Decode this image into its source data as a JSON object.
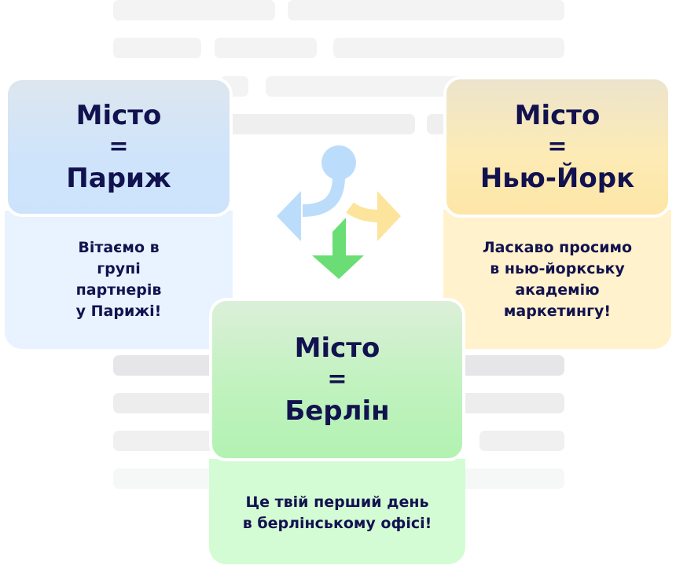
{
  "cards": [
    {
      "id": "paris",
      "label": "Місто",
      "equals": "=",
      "city": "Париж",
      "message_lines": [
        "Вітаємо в",
        "групі",
        "партнерів",
        "у Парижі!"
      ]
    },
    {
      "id": "new-york",
      "label": "Місто",
      "equals": "=",
      "city": "Нью-Йорк",
      "message_lines": [
        "Ласкаво просимо",
        "в нью-йоркську",
        "академію",
        "маркетингу!"
      ]
    },
    {
      "id": "berlin",
      "label": "Місто",
      "equals": "=",
      "city": "Берлін",
      "message_lines": [
        "Це твій перший день",
        "в берлінському офісі!"
      ]
    }
  ],
  "colors": {
    "text": "#12124f",
    "paris": "#cfe5fc",
    "new_york": "#fde9b0",
    "berlin": "#b6f2b6",
    "arrow_blue": "#bcdcfc",
    "arrow_yellow": "#fde49c",
    "arrow_green": "#6ade74"
  },
  "icons": {
    "center": "branching-arrows-icon"
  }
}
